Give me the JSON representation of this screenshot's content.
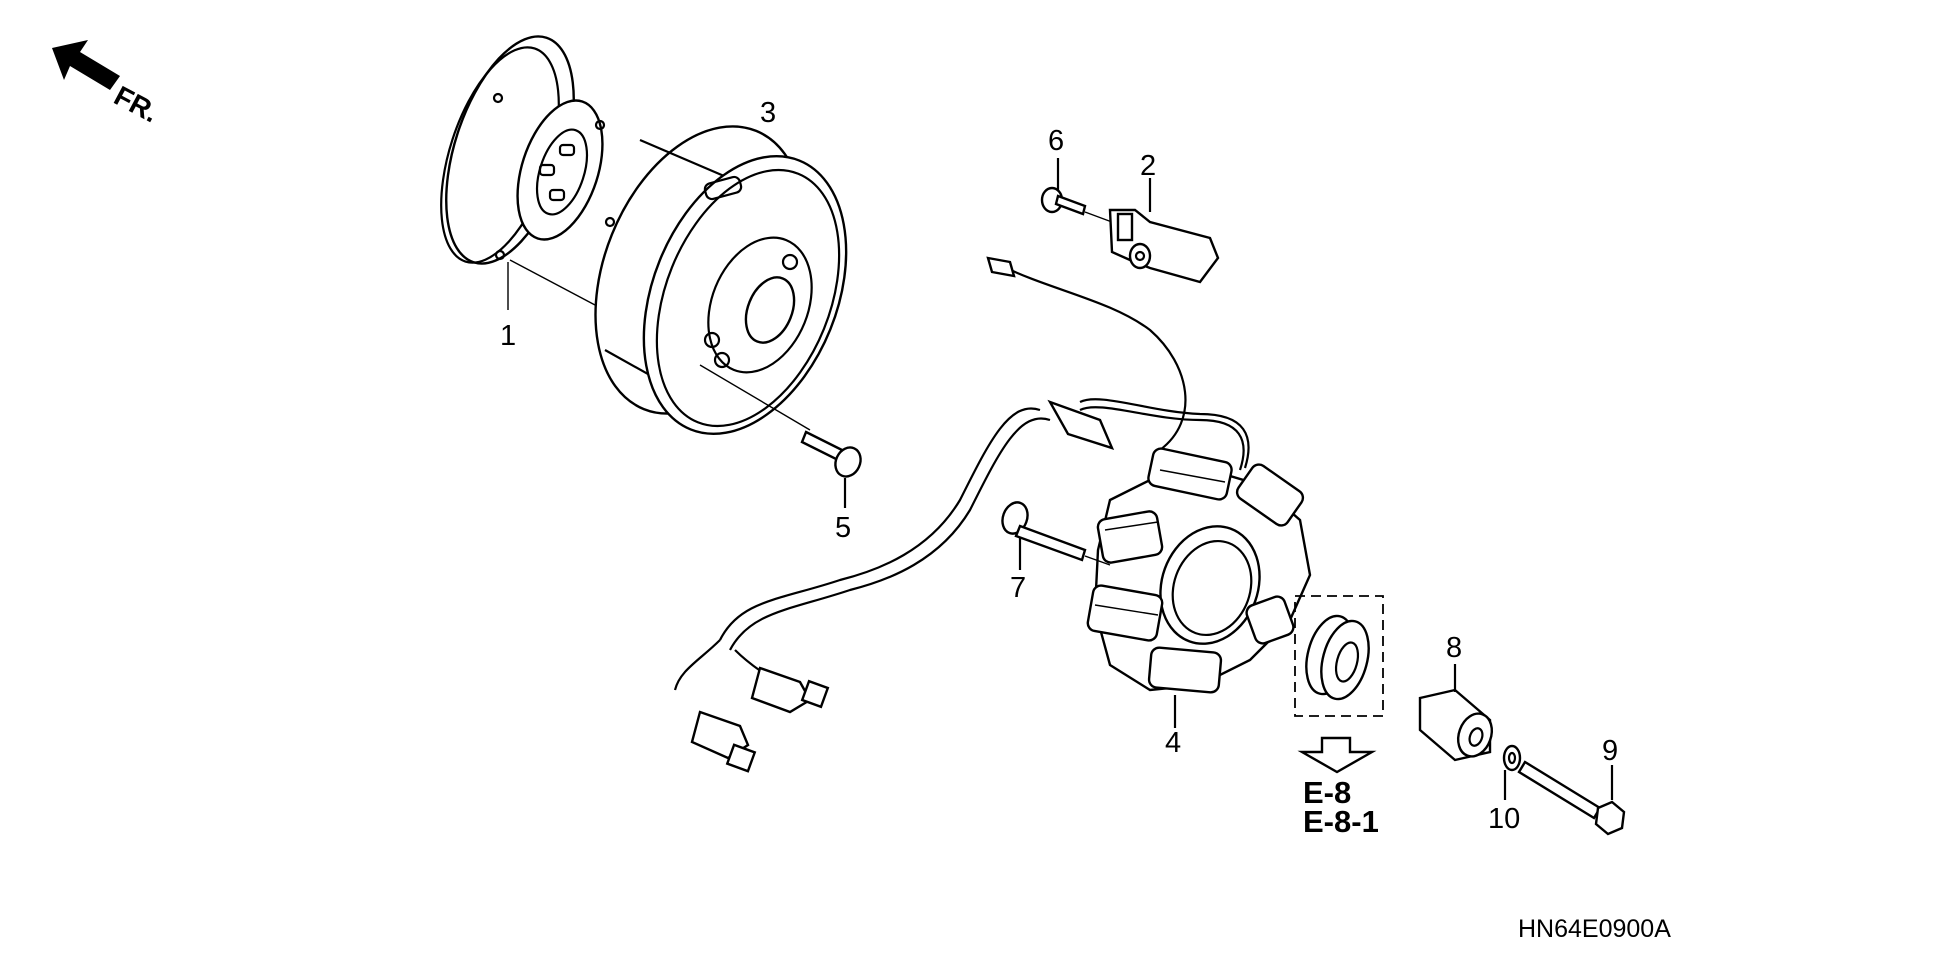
{
  "orientation": {
    "label": "FR."
  },
  "callouts": [
    "1",
    "2",
    "3",
    "4",
    "5",
    "6",
    "7",
    "8",
    "9",
    "10"
  ],
  "references": [
    "E-8",
    "E-8-1"
  ],
  "diagram_code": "HN64E0900A"
}
